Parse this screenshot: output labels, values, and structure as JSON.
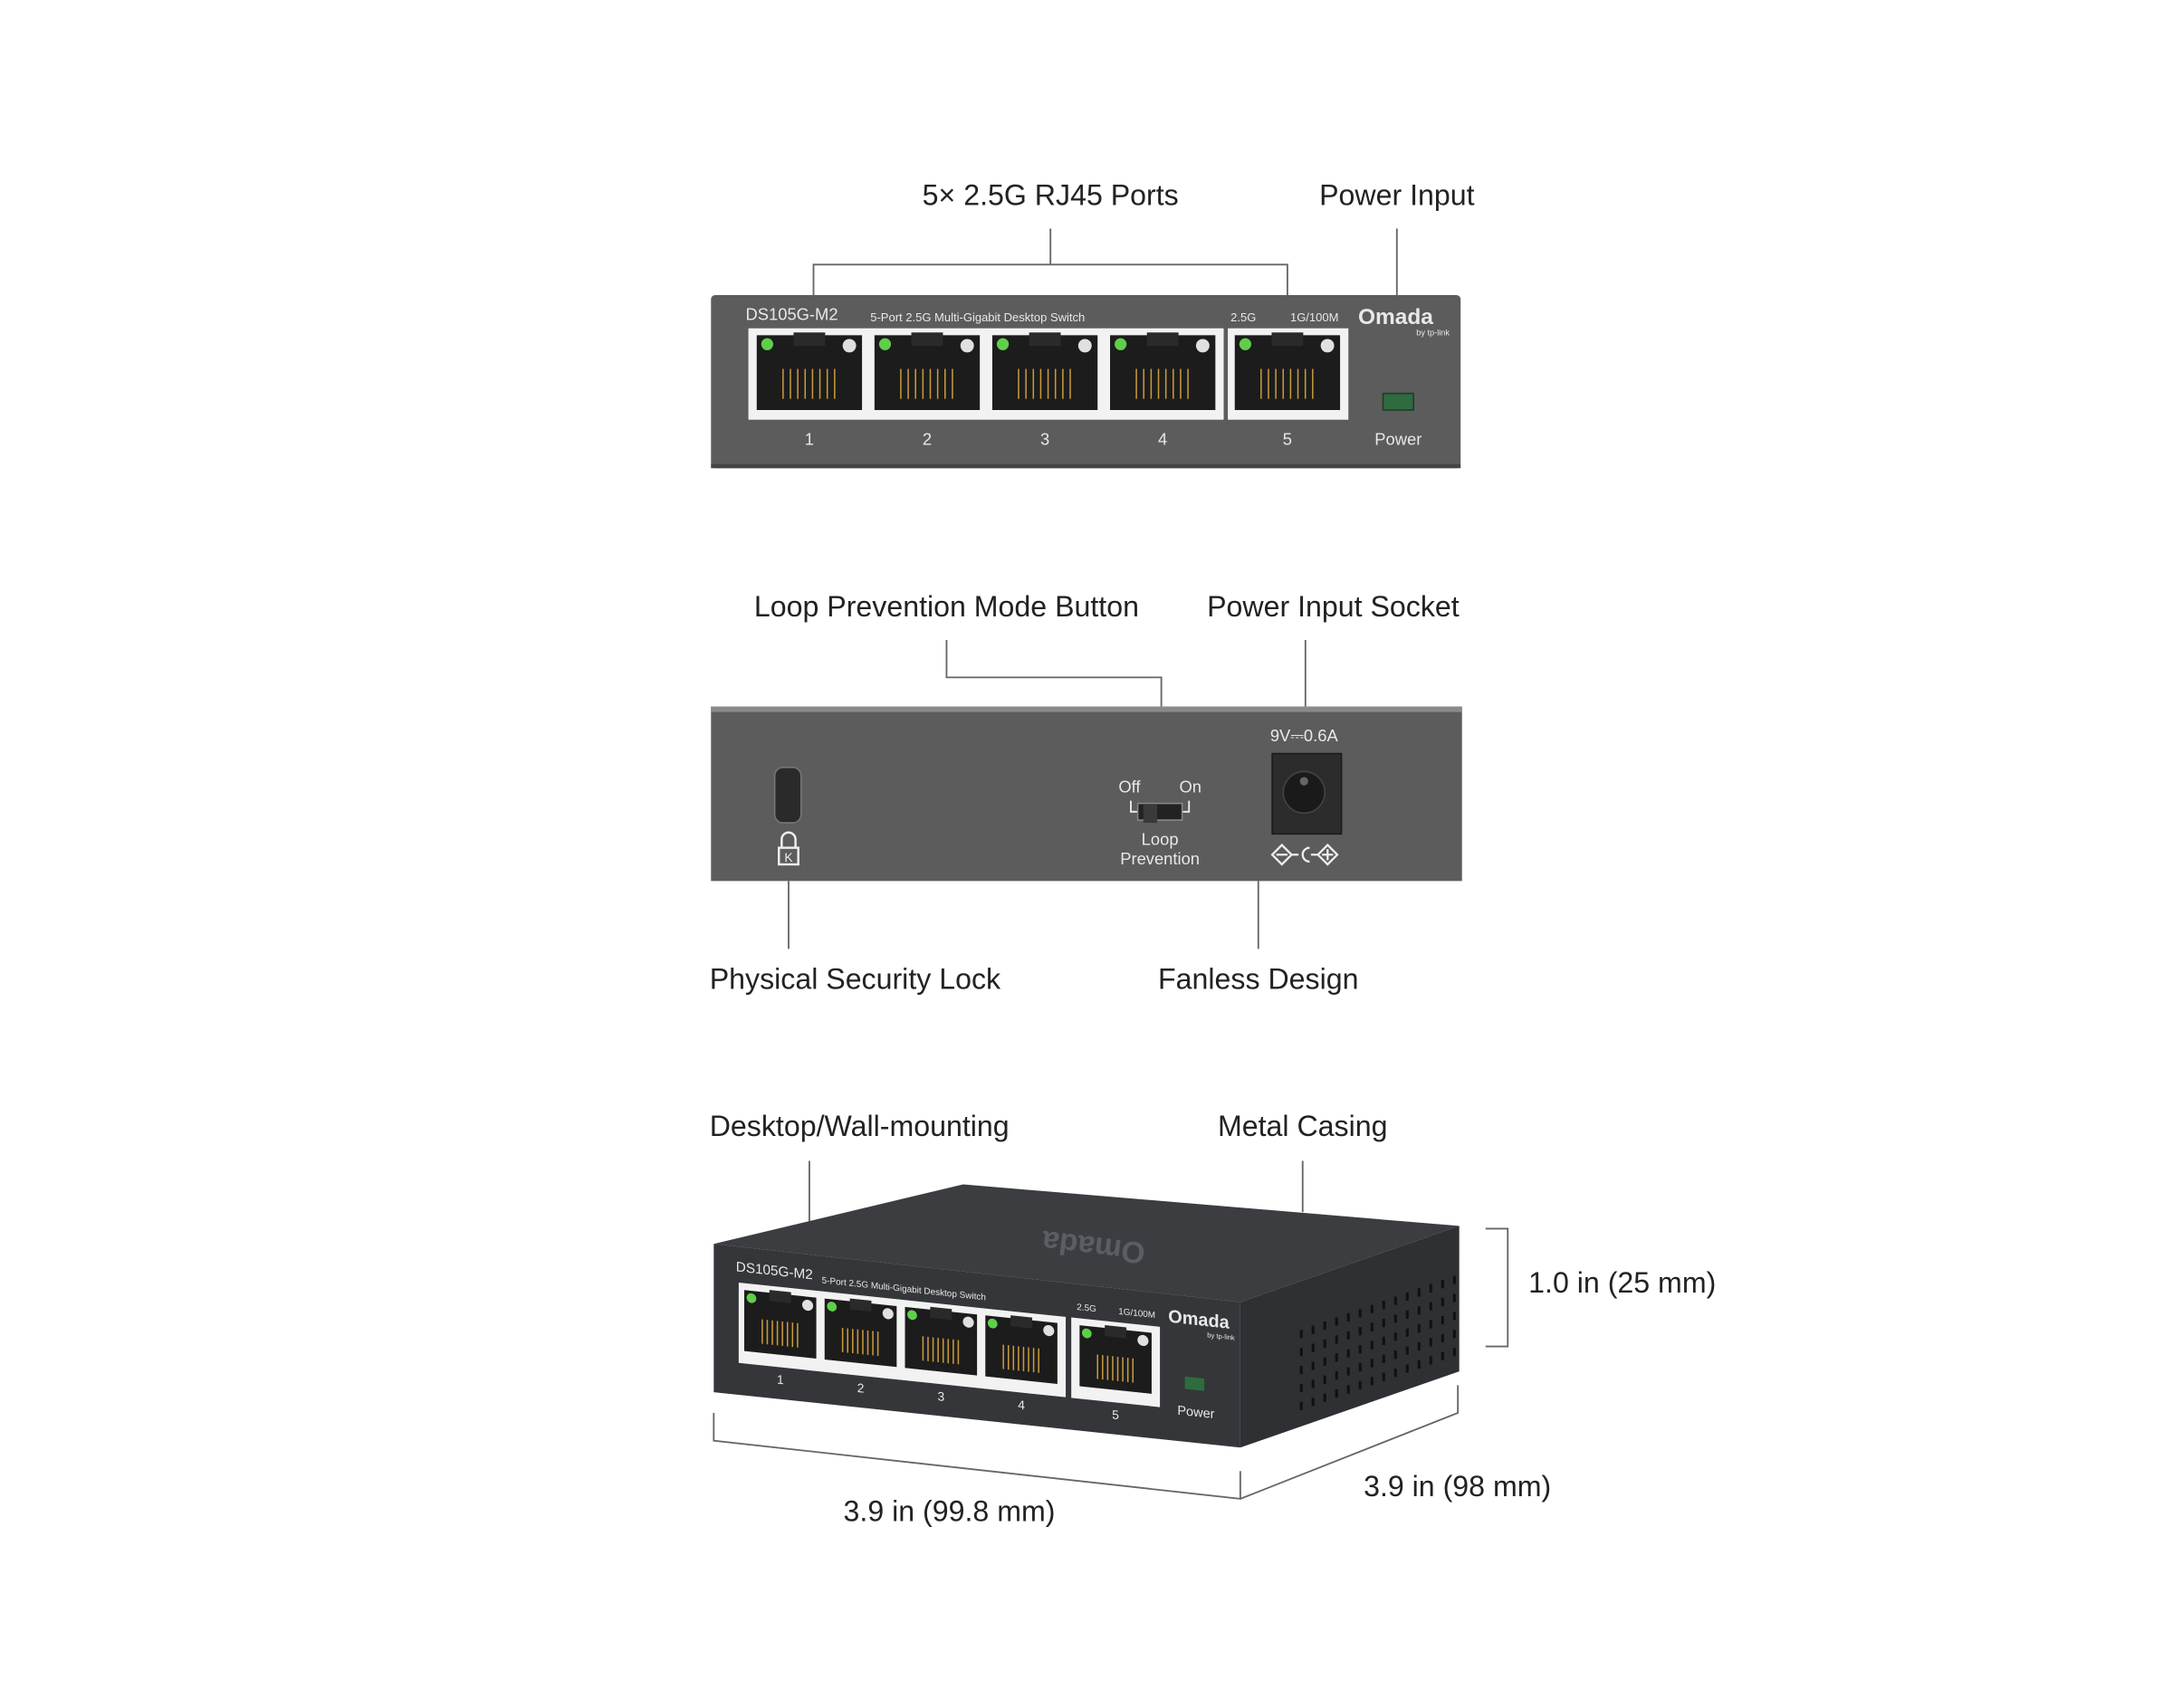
{
  "front_view": {
    "callouts": {
      "ports": "5× 2.5G RJ45 Ports",
      "power_input": "Power Input"
    },
    "model": "DS105G-M2",
    "description": "5-Port 2.5G Multi-Gigabit Desktop Switch",
    "led_legend": {
      "speed_high": "2.5G",
      "speed_low": "1G/100M"
    },
    "brand": "Omada",
    "brand_sub": "by tp-link",
    "port_numbers": [
      "1",
      "2",
      "3",
      "4",
      "5"
    ],
    "power_label": "Power"
  },
  "rear_view": {
    "callouts": {
      "loop_button": "Loop Prevention Mode Button",
      "power_socket": "Power Input Socket",
      "security_lock": "Physical Security Lock",
      "fanless": "Fanless Design"
    },
    "switch_off": "Off",
    "switch_on": "On",
    "switch_label_1": "Loop",
    "switch_label_2": "Prevention",
    "power_rating": "9V⎓0.6A"
  },
  "iso_view": {
    "callouts": {
      "mounting": "Desktop/Wall-mounting",
      "casing": "Metal Casing"
    },
    "dimensions": {
      "height": "1.0 in (25 mm)",
      "width": "3.9 in (99.8 mm)",
      "depth": "3.9 in (98 mm)"
    }
  },
  "colors": {
    "case": "#5a5a5a",
    "led_green": "#5fcf4a",
    "pins": "#c99a3c"
  }
}
